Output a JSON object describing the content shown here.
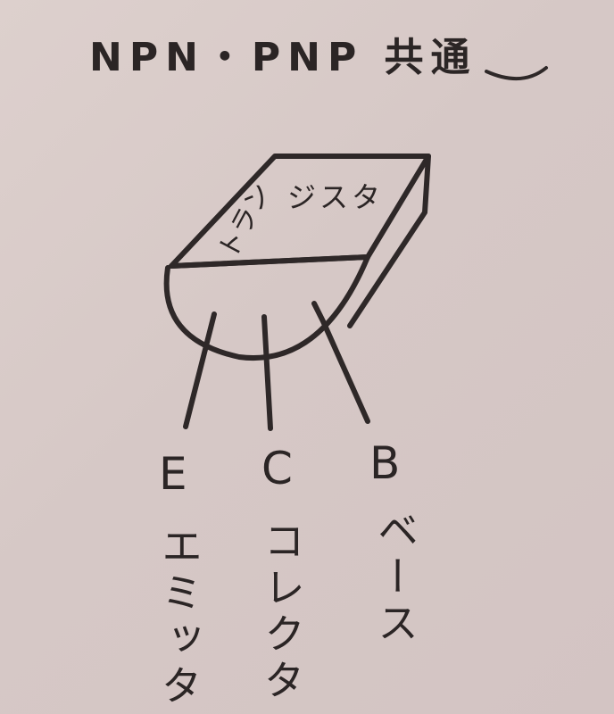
{
  "title": "NPN・PNP 共通",
  "component": {
    "label_line1": "トランジスタ",
    "label_chars_a": "トラン",
    "label_chars_b": "ジスタ"
  },
  "pins": [
    {
      "letter": "E",
      "name": "エミッタ"
    },
    {
      "letter": "C",
      "name": "コレクタ"
    },
    {
      "letter": "B",
      "name": "ベース"
    }
  ]
}
